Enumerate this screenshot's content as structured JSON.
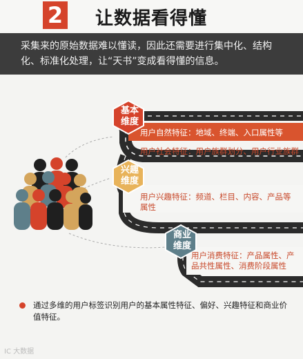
{
  "header": {
    "number": "2",
    "title": "让数据看得懂"
  },
  "intro": {
    "text": "采集来的原始数据难以懂读，因此还需要进行集中化、结构化、标准化处理，让“天书”变成看得懂的信息。"
  },
  "dimensions": [
    {
      "badge_line1": "基本",
      "badge_line2": "维度",
      "badge_color": "#d5432b",
      "items": [
        "用户自然特征：地域、终端、入口属性等",
        "用户社会特征：用户族群划分、用户行业族群"
      ]
    },
    {
      "badge_line1": "兴趣",
      "badge_line2": "维度",
      "badge_color": "#e8b35a",
      "items": [
        "用户兴趣特征：频道、栏目、内容、产品等属性"
      ]
    },
    {
      "badge_line1": "商业",
      "badge_line2": "维度",
      "badge_color": "#5e7f8a",
      "items": [
        "用户消费特征：产品属性、产品共性属性、消费阶段属性"
      ]
    }
  ],
  "footer": {
    "text": "通过多维的用户标签识别用户的基本属性特征、偏好、兴趣特征和商业价值特征。",
    "watermark": "IC 大数据"
  },
  "colors": {
    "accent_red": "#d5432b",
    "dark_band": "#3c3c3c",
    "road": "#2b2b2b",
    "orange_band": "#d9542e"
  }
}
